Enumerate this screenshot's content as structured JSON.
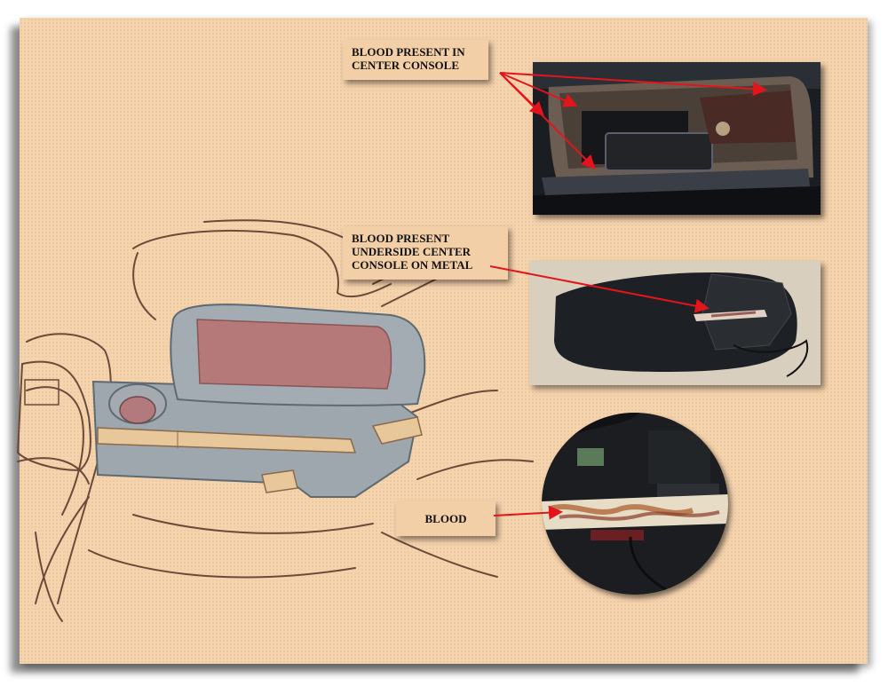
{
  "labels": {
    "center_console": "BLOOD PRESENT IN\nCENTER CONSOLE",
    "underside": "BLOOD PRESENT\nUNDERSIDE CENTER\nCONSOLE ON METAL",
    "blood": "BLOOD"
  },
  "colors": {
    "board": "#f5d3ad",
    "label_bg": "#f3cfa7",
    "arrow": "#e3141b",
    "blood_highlight": "#b5797a",
    "console_gray": "#9da6ad"
  }
}
